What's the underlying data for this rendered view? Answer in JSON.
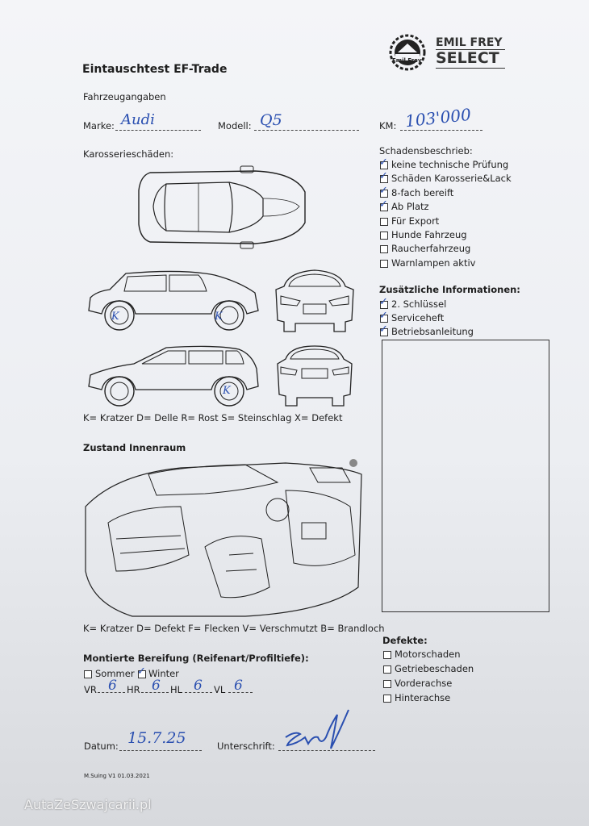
{
  "form": {
    "title": "Eintauschtest EF-Trade",
    "vehicle_section": "Fahrzeugangaben",
    "make_label": "Marke:",
    "make_value": "Audi",
    "model_label": "Modell:",
    "model_value": "Q5",
    "km_label": "KM:",
    "km_value": "103'000",
    "body_damage_label": "Karosserieschäden:",
    "body_legend": "K= Kratzer D= Delle R= Rost S= Steinschlag X= Defekt",
    "interior_label": "Zustand Innenraum",
    "interior_legend": "K= Kratzer D= Defekt F= Flecken V= Verschmutzt B= Brandloch",
    "tires_label": "Montierte Bereifung (Reifenart/Profiltiefe):",
    "summer_label": "Sommer",
    "winter_label": "Winter",
    "vr_label": "VR",
    "vr_value": "6",
    "hr_label": "HR",
    "hr_value": "6",
    "hl_label": "HL",
    "hl_value": "6",
    "vl_label": "VL",
    "vl_value": "6",
    "date_label": "Datum:",
    "date_value": "15.7.25",
    "signature_label": "Unterschrift:",
    "footer_version": "M.Suing V1 01.03.2021",
    "damage_marks": [
      "K",
      "K",
      "K"
    ]
  },
  "brand": {
    "logo_text": "Emil Frey",
    "line1": "EMIL FREY",
    "line2": "SELECT"
  },
  "damage_description": {
    "title": "Schadensbeschrieb:",
    "items": [
      {
        "label": "keine technische Prüfung",
        "checked": true
      },
      {
        "label": "Schäden Karosserie&Lack",
        "checked": true
      },
      {
        "label": "8-fach bereift",
        "checked": true
      },
      {
        "label": "Ab Platz",
        "checked": true
      },
      {
        "label": "Für Export",
        "checked": false
      },
      {
        "label": "Hunde Fahrzeug",
        "checked": false
      },
      {
        "label": "Raucherfahrzeug",
        "checked": false
      },
      {
        "label": "Warnlampen aktiv",
        "checked": false
      }
    ]
  },
  "additional_info": {
    "title": "Zusätzliche Informationen:",
    "items": [
      {
        "label": "2. Schlüssel",
        "checked": true
      },
      {
        "label": "Serviceheft",
        "checked": true
      },
      {
        "label": "Betriebsanleitung",
        "checked": true
      }
    ]
  },
  "defects": {
    "title": "Defekte:",
    "items": [
      {
        "label": "Motorschaden",
        "checked": false
      },
      {
        "label": "Getriebeschaden",
        "checked": false
      },
      {
        "label": "Vorderachse",
        "checked": false
      },
      {
        "label": "Hinterachse",
        "checked": false
      }
    ]
  },
  "watermark": "AutaZeSzwajcarii.pl",
  "colors": {
    "ink": "#2a4fb0",
    "print": "#1e1e1e",
    "paper": "#f4f5f8"
  }
}
